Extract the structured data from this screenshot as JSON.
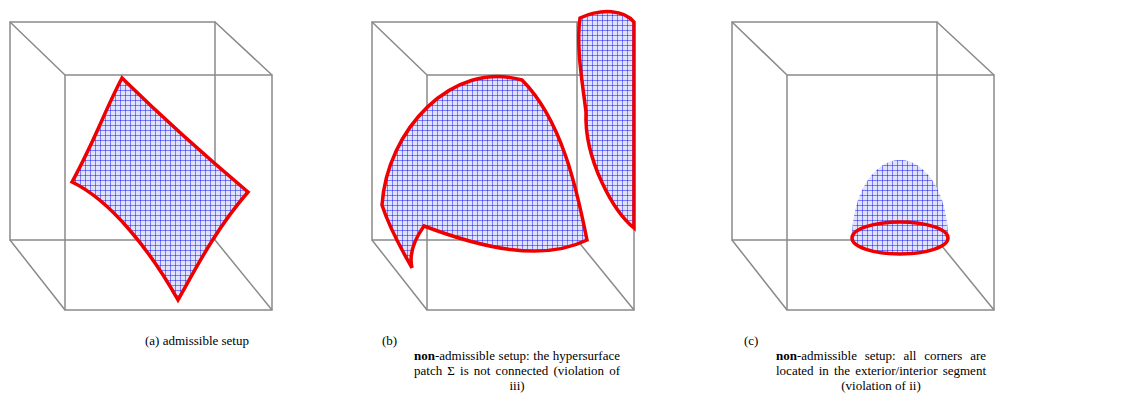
{
  "diagram": {
    "labels": [
      "(a) admissible setup",
      "(b)",
      "non",
      "-admissible setup: the hypersurface patch Σ is not connected (violation of iii)",
      "(c)",
      "non",
      "-admissible setup: all corners are located in the exterior/interior segment (violation of ii)"
    ]
  }
}
